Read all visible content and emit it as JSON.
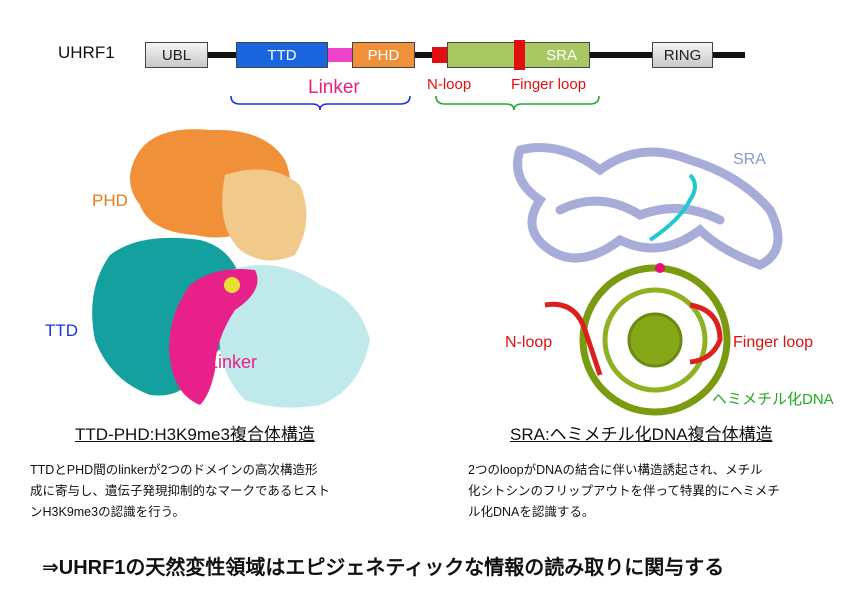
{
  "domain_map": {
    "protein": "UHRF1",
    "domains": [
      "UBL",
      "TTD",
      "PHD",
      "SRA",
      "RING"
    ],
    "labels": {
      "linker": "Linker",
      "n_loop": "N-loop",
      "finger_loop": "Finger loop"
    },
    "colors": {
      "ttd": "#1a66e0",
      "linker": "#ee44cc",
      "phd": "#f0913a",
      "sra": "#a9c864",
      "loop": "#e01010",
      "ring": "#d8d8d8"
    }
  },
  "left_panel": {
    "labels": {
      "phd": "PHD",
      "ttd": "TTD",
      "linker": "Linker"
    },
    "heading": "TTD-PHD:H3K9me3複合体構造",
    "description": [
      "TTDとPHD間のlinkerが2つのドメインの高次構造形",
      "成に寄与し、遺伝子発現抑制的なマークであるヒスト",
      "ンH3K9me3の認識を行う。"
    ]
  },
  "right_panel": {
    "labels": {
      "sra": "SRA",
      "n_loop": "N-loop",
      "finger_loop": "Finger loop",
      "dna": "ヘミメチル化DNA"
    },
    "heading": "SRA:ヘミメチル化DNA複合体構造",
    "description": [
      "2つのloopがDNAの結合に伴い構造誘起され、メチル",
      "化シトシンのフリップアウトを伴って特異的にヘミメチ",
      "ル化DNAを認識する。"
    ]
  },
  "conclusion": "⇒UHRF1の天然変性領域はエピジェネティックな情報の読み取りに関与する"
}
